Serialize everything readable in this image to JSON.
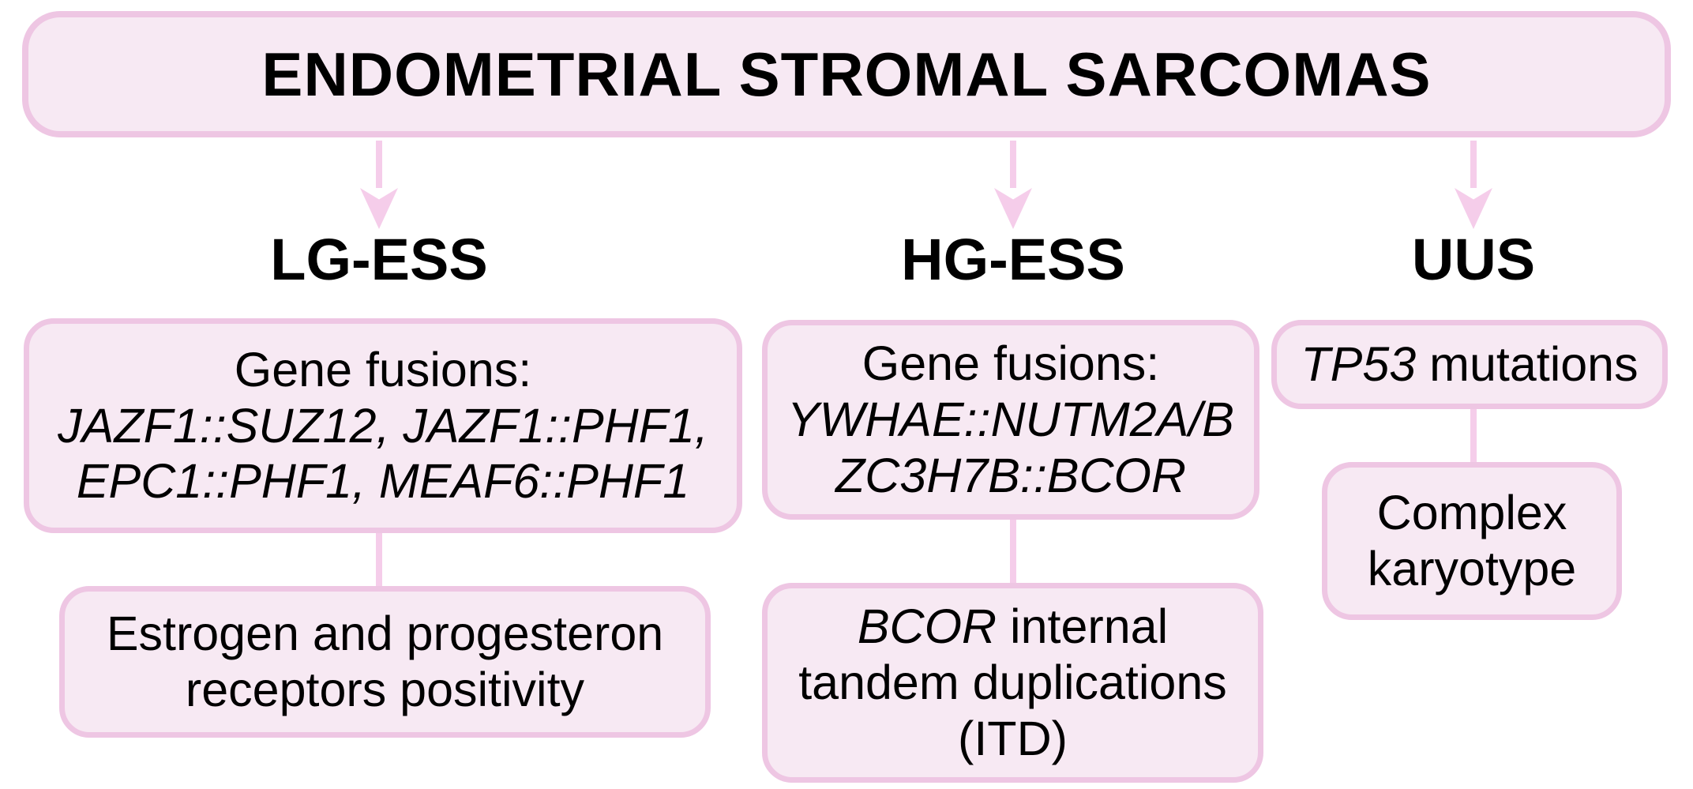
{
  "title": "ENDOMETRIAL STROMAL SARCOMAS",
  "colors": {
    "box_fill": "#f7e9f3",
    "box_border": "#eec6e3",
    "connector": "#f5cdea",
    "text": "#000000",
    "background": "#ffffff"
  },
  "columns": [
    {
      "id": "lg-ess",
      "label": "LG-ESS",
      "boxes": [
        {
          "name": "lg-ess-gene-fusions-box",
          "lines": [
            [
              {
                "t": "Gene fusions:",
                "i": false
              }
            ],
            [
              {
                "t": "JAZF1::SUZ12, JAZF1::PHF1,",
                "i": true
              }
            ],
            [
              {
                "t": "EPC1::PHF1, MEAF6::PHF1",
                "i": true
              }
            ]
          ]
        },
        {
          "name": "lg-ess-receptors-box",
          "lines": [
            [
              {
                "t": "Estrogen and progesteron",
                "i": false
              }
            ],
            [
              {
                "t": "receptors positivity",
                "i": false
              }
            ]
          ]
        }
      ]
    },
    {
      "id": "hg-ess",
      "label": "HG-ESS",
      "boxes": [
        {
          "name": "hg-ess-gene-fusions-box",
          "lines": [
            [
              {
                "t": "Gene fusions:",
                "i": false
              }
            ],
            [
              {
                "t": "YWHAE::NUTM2A/B",
                "i": true
              }
            ],
            [
              {
                "t": "ZC3H7B::BCOR",
                "i": true
              }
            ]
          ]
        },
        {
          "name": "hg-ess-bcor-itd-box",
          "lines": [
            [
              {
                "t": "BCOR",
                "i": true
              },
              {
                "t": " internal",
                "i": false
              }
            ],
            [
              {
                "t": "tandem duplications",
                "i": false
              }
            ],
            [
              {
                "t": "(ITD)",
                "i": false
              }
            ]
          ]
        }
      ]
    },
    {
      "id": "uus",
      "label": "UUS",
      "boxes": [
        {
          "name": "uus-tp53-box",
          "lines": [
            [
              {
                "t": "TP53",
                "i": true
              },
              {
                "t": " mutations",
                "i": false
              }
            ]
          ]
        },
        {
          "name": "uus-complex-karyotype-box",
          "lines": [
            [
              {
                "t": "Complex",
                "i": false
              }
            ],
            [
              {
                "t": "karyotype",
                "i": false
              }
            ]
          ]
        }
      ]
    }
  ]
}
